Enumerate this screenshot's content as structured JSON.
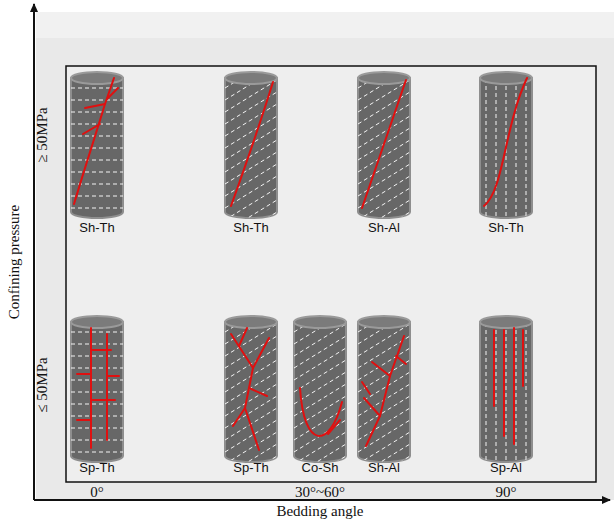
{
  "diagram": {
    "labels": [
      "Confining pressure",
      "≥ 50MPa",
      "≤ 50MPa",
      "Sh-Th",
      "Sh-Th",
      "Sh-Al",
      "Sh-Th",
      "Sp-Th",
      "Sp-Th",
      "Co-Sh",
      "Sh-Al",
      "Sp-Al",
      "0°",
      "30°~60°",
      "90°",
      "Bedding angle"
    ]
  }
}
